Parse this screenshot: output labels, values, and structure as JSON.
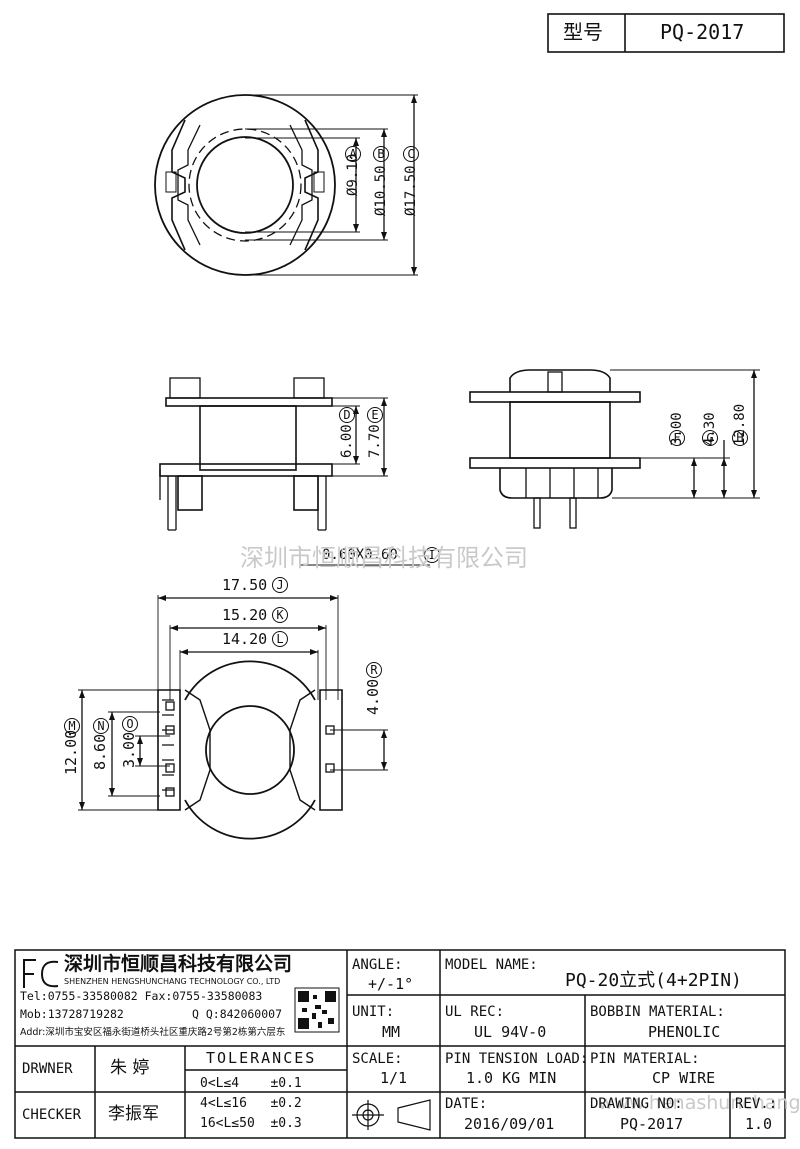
{
  "header": {
    "type_label": "型号",
    "type_value": "PQ-2017"
  },
  "drawing": {
    "dims_top": {
      "a": "Ø9.10",
      "b": "Ø10.50",
      "c": "Ø17.50",
      "ma": "A",
      "mb": "B",
      "mc": "C"
    },
    "dims_mid_left": {
      "d": "6.00",
      "e": "7.70",
      "md": "D",
      "me": "E",
      "pin": "0.60X0.60",
      "mi": "I"
    },
    "dims_mid_right": {
      "f": "3.00",
      "g": "4.30",
      "h": "12.80",
      "mf": "F",
      "mg": "G",
      "mh": "H"
    },
    "dims_bottom": {
      "j": "17.50",
      "k": "15.20",
      "l": "14.20",
      "mj": "J",
      "mk": "K",
      "ml": "L",
      "m": "12.00",
      "n": "8.60",
      "o": "3.00",
      "mm": "M",
      "mn": "N",
      "mo": "O",
      "r": "4.00",
      "mr": "R"
    }
  },
  "watermarks": {
    "center": "深圳市恒顺昌科技有限公司",
    "corner": "www.henashunchang.com"
  },
  "title_block": {
    "company_cn": "深圳市恒顺昌科技有限公司",
    "company_en": "SHENZHEN HENGSHUNCHANG TECHNOLOGY CO., LTD",
    "tel": "Tel:0755-33580082 Fax:0755-33580083",
    "mob": "Mob:13728719282",
    "qq": "Q Q:842060007",
    "addr": "Addr:深圳市宝安区福永街道桥头社区重庆路2号第2栋第六层东",
    "angle_label": "ANGLE:",
    "angle_value": "+/-1°",
    "model_label": "MODEL NAME:",
    "model_value": "PQ-20立式(4+2PIN)",
    "unit_label": "UNIT:",
    "unit_value": "MM",
    "ul_label": "UL REC:",
    "ul_value": "UL 94V-0",
    "bobbin_label": "BOBBIN MATERIAL:",
    "bobbin_value": "PHENOLIC",
    "drawner_label": "DRWNER",
    "drawner_value": "朱 婷",
    "tolerances_label": "TOLERANCES",
    "tol_rows": [
      "0<L≤4    ±0.1",
      "4<L≤16   ±0.2",
      "16<L≤50  ±0.3"
    ],
    "scale_label": "SCALE:",
    "scale_value": "1/1",
    "tension_label": "PIN TENSION LOAD:",
    "tension_value": "1.0 KG MIN",
    "pinmat_label": "PIN MATERIAL:",
    "pinmat_value": "CP WIRE",
    "checker_label": "CHECKER",
    "checker_value": "李振军",
    "date_label": "DATE:",
    "date_value": "2016/09/01",
    "drawno_label": "DRAWING NO:",
    "drawno_value": "PQ-2017",
    "rev_label": "REV.:",
    "rev_value": "1.0"
  }
}
